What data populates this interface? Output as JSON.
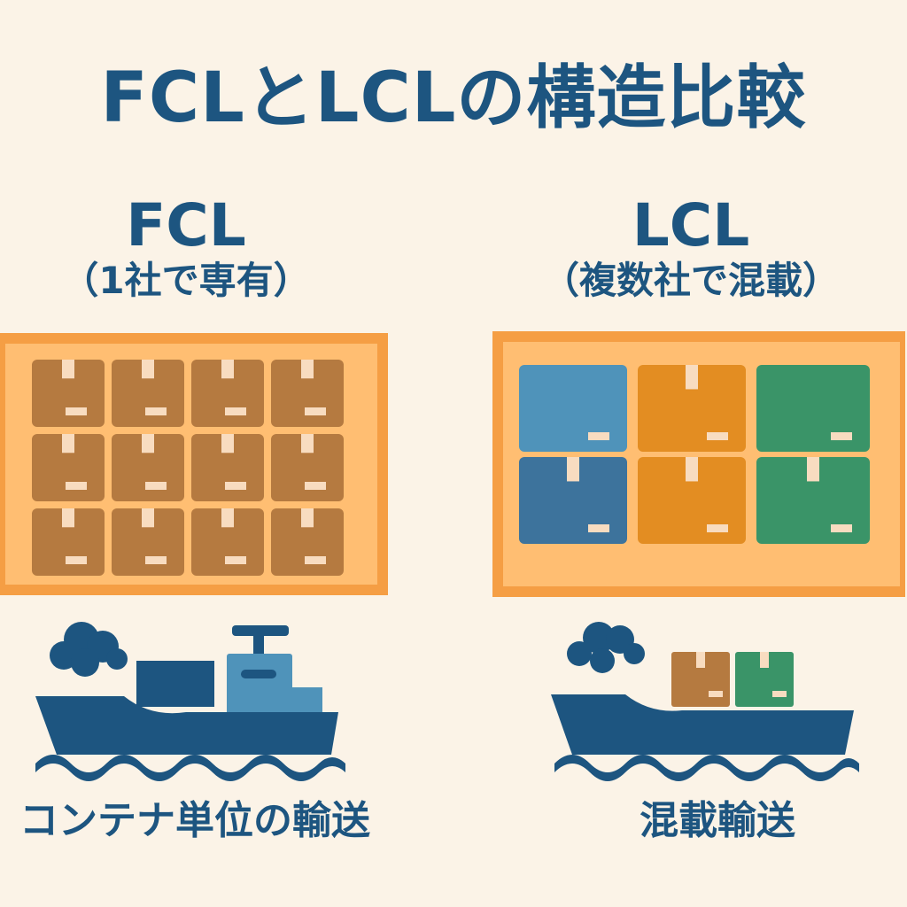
{
  "title": "FCLとLCLの構造比較",
  "fcl": {
    "title": "FCL",
    "subtitle": "（1社で専有）",
    "caption": "コンテナ単位の輸送"
  },
  "lcl": {
    "title": "LCL",
    "subtitle": "（複数社で混載）",
    "caption": "混載輸送"
  },
  "colors": {
    "background": "#fbf3e7",
    "navy": "#1d5580",
    "container_fill": "#ffbe72",
    "container_border": "#f59e44",
    "box_brown": "#b57a40",
    "box_blue_light": "#4f93ba",
    "box_blue_dark": "#3d739c",
    "box_orange": "#e38d22",
    "box_green": "#3a9468",
    "label_cream": "#f8dcc0"
  },
  "icons": [
    "cardboard-box-icon",
    "cargo-ship-icon",
    "smoke-cloud-icon",
    "wave-icon"
  ]
}
